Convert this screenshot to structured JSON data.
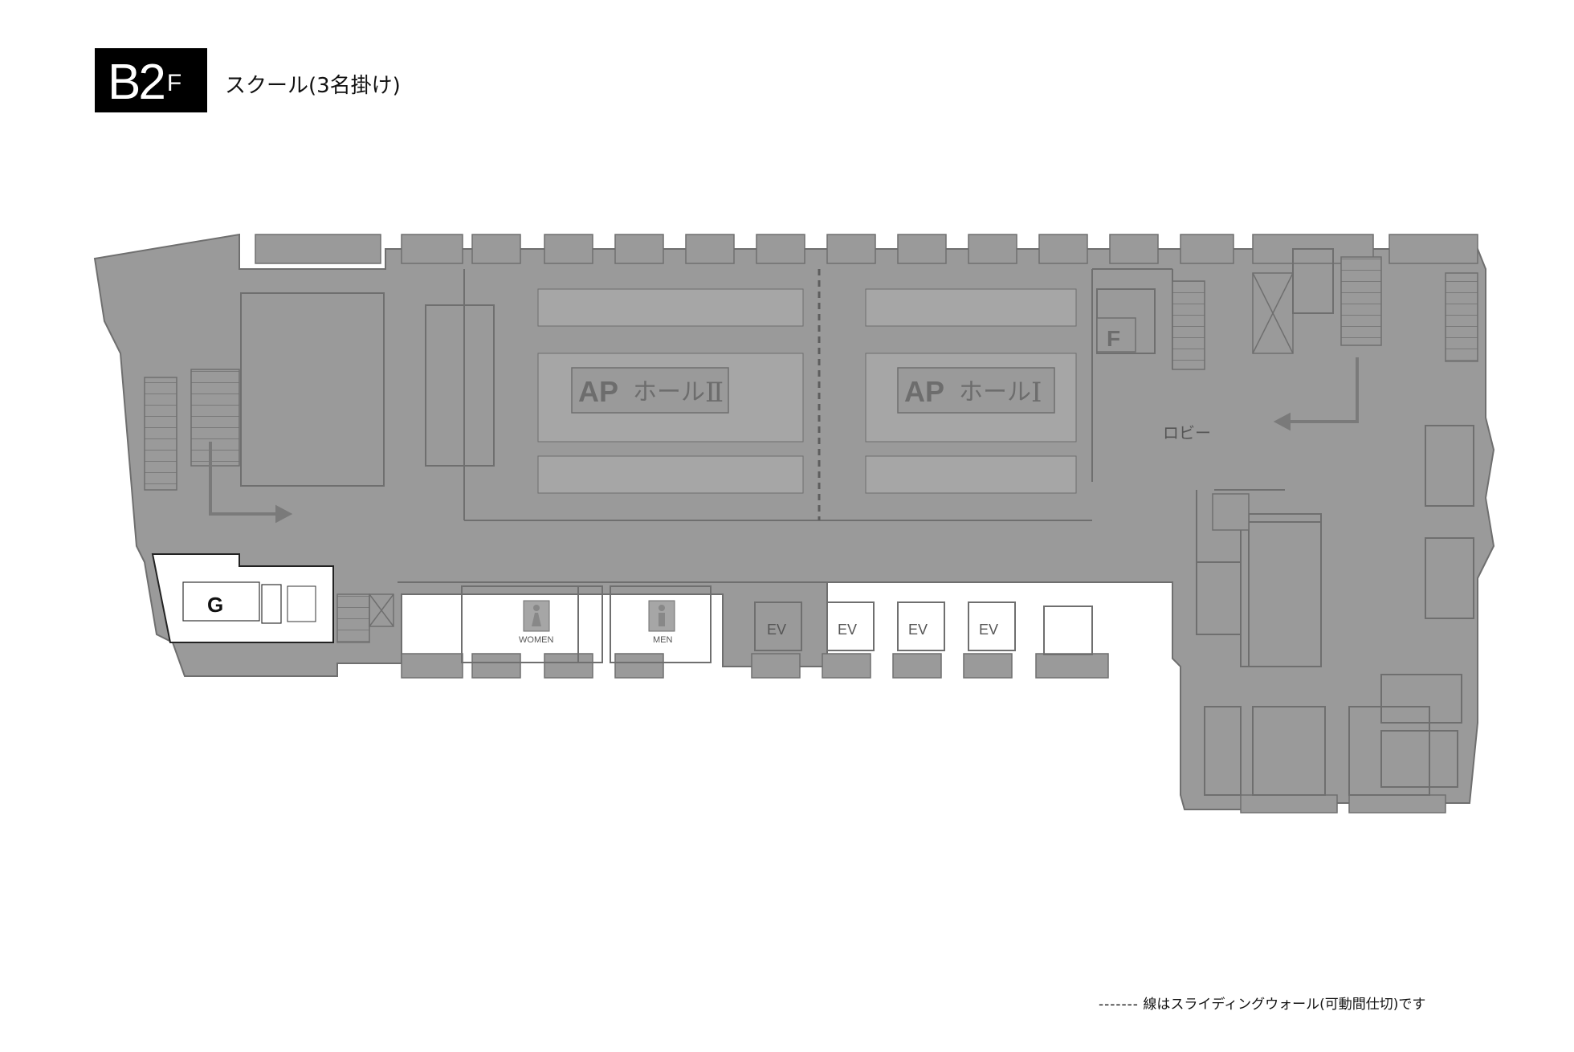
{
  "header": {
    "floor_main": "B2",
    "floor_suffix": "F",
    "layout_title": "スクール(3名掛け)"
  },
  "rooms": {
    "hall_2": {
      "prefix": "AP",
      "name": "ホール",
      "numeral": "Ⅱ"
    },
    "hall_1": {
      "prefix": "AP",
      "name": "ホール",
      "numeral": "Ⅰ"
    },
    "room_f": "F",
    "room_g": "G",
    "lobby": "ロビー",
    "ev": "EV",
    "women": "WOMEN",
    "men": "MEN"
  },
  "footer": {
    "dashes": "-------",
    "note": "線はスライディングウォール(可動間仕切)です"
  },
  "colors": {
    "plan_fill": "#9a9a9a",
    "plan_line": "#6f6f6f",
    "highlight_room": "#ffffff",
    "badge": "#000000"
  }
}
